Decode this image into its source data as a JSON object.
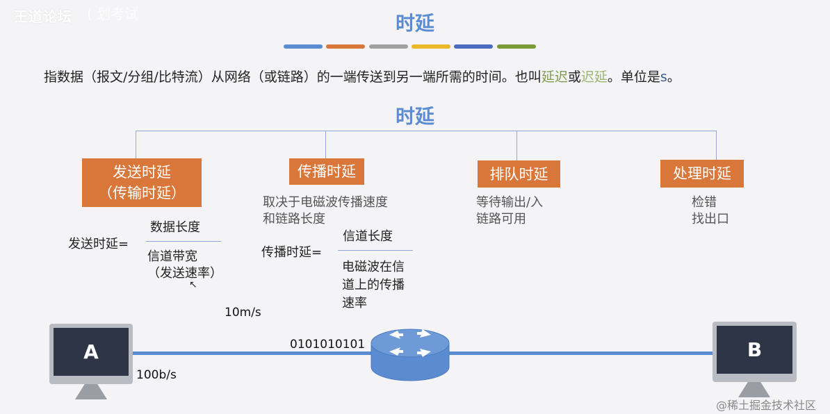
{
  "watermark_top": {
    "text": "王道论坛",
    "sub": "( 划考试"
  },
  "title": "时延",
  "color_bars": [
    "#5b8bd0",
    "#d9773a",
    "#a0a0a0",
    "#eab92a",
    "#4a6bbf",
    "#7a9a3a"
  ],
  "definition": {
    "before": "指数据（报文/分组/比特流）从网络（或链路）的一端传送到另一端所需的时间。也叫",
    "term1": "延迟",
    "mid": "或",
    "term2": "迟延",
    "after": "。单位是",
    "unit": "s",
    "end": "。"
  },
  "tree": {
    "root": "时延",
    "nodes": [
      {
        "label_line1": "发送时延",
        "label_line2": "（传输时延）"
      },
      {
        "label_line1": "传播时延",
        "desc_line1": "取决于电磁波传播速度",
        "desc_line2": "和链路长度"
      },
      {
        "label_line1": "排队时延",
        "desc_line1": "等待输出/入",
        "desc_line2": "链路可用"
      },
      {
        "label_line1": "处理时延",
        "desc_line1": "检错",
        "desc_line2": "找出口"
      }
    ]
  },
  "formulas": {
    "send": {
      "lhs": "发送时延=",
      "numerator": "数据长度",
      "denominator_line1": "信道带宽",
      "denominator_line2": "（发送速率）"
    },
    "prop": {
      "lhs": "传播时延=",
      "numerator": "信道长度",
      "denominator_line1": "电磁波在信",
      "denominator_line2": "道上的传播",
      "denominator_line3": "速率"
    }
  },
  "network": {
    "host_a": "A",
    "host_b": "B",
    "prop_speed": "10m/s",
    "send_rate": "100b/s",
    "bits": "0101010101"
  },
  "footer_watermark": "@稀土掘金技术社区"
}
